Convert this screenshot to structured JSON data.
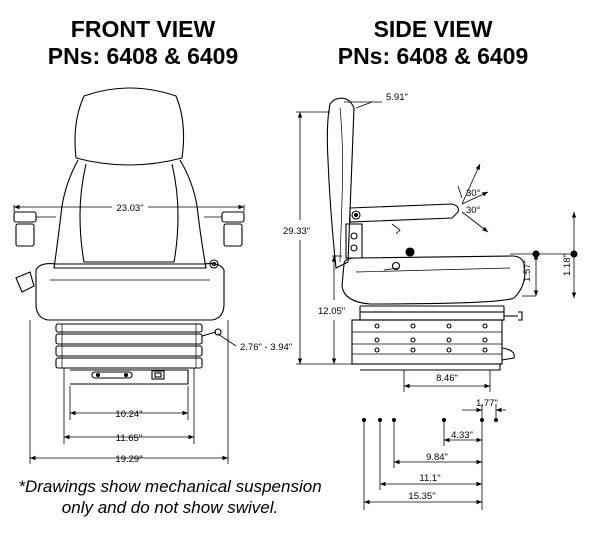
{
  "front_view": {
    "title": "FRONT VIEW",
    "part_numbers": "PNs: 6408 & 6409",
    "dimensions": {
      "armrest_width": "23.03\"",
      "suspension_height": "2.76\" - 3.94\"",
      "inner_mount": "10.24\"",
      "outer_mount": "11.65\"",
      "overall_width": "19.29\""
    }
  },
  "side_view": {
    "title": "SIDE VIEW",
    "part_numbers": "PNs: 6408 & 6409",
    "dimensions": {
      "headrest_depth": "5.91\"",
      "angle_up": "30°",
      "angle_down": "30°",
      "overall_height": "29.33\"",
      "seat_height": "12.05\"",
      "lumbar": "1.57\"",
      "cushion": "1.18\"",
      "slide_travel": "8.46\"",
      "hole_spacing_small": "1.77\"",
      "hole_spacing_mid": "4.33\"",
      "hole_spacing_a": "9.84\"",
      "hole_spacing_b": "11.1\"",
      "overall_depth": "15.35\""
    }
  },
  "footnote": {
    "line1": "*Drawings show mechanical suspension",
    "line2": "only and do not show swivel."
  }
}
